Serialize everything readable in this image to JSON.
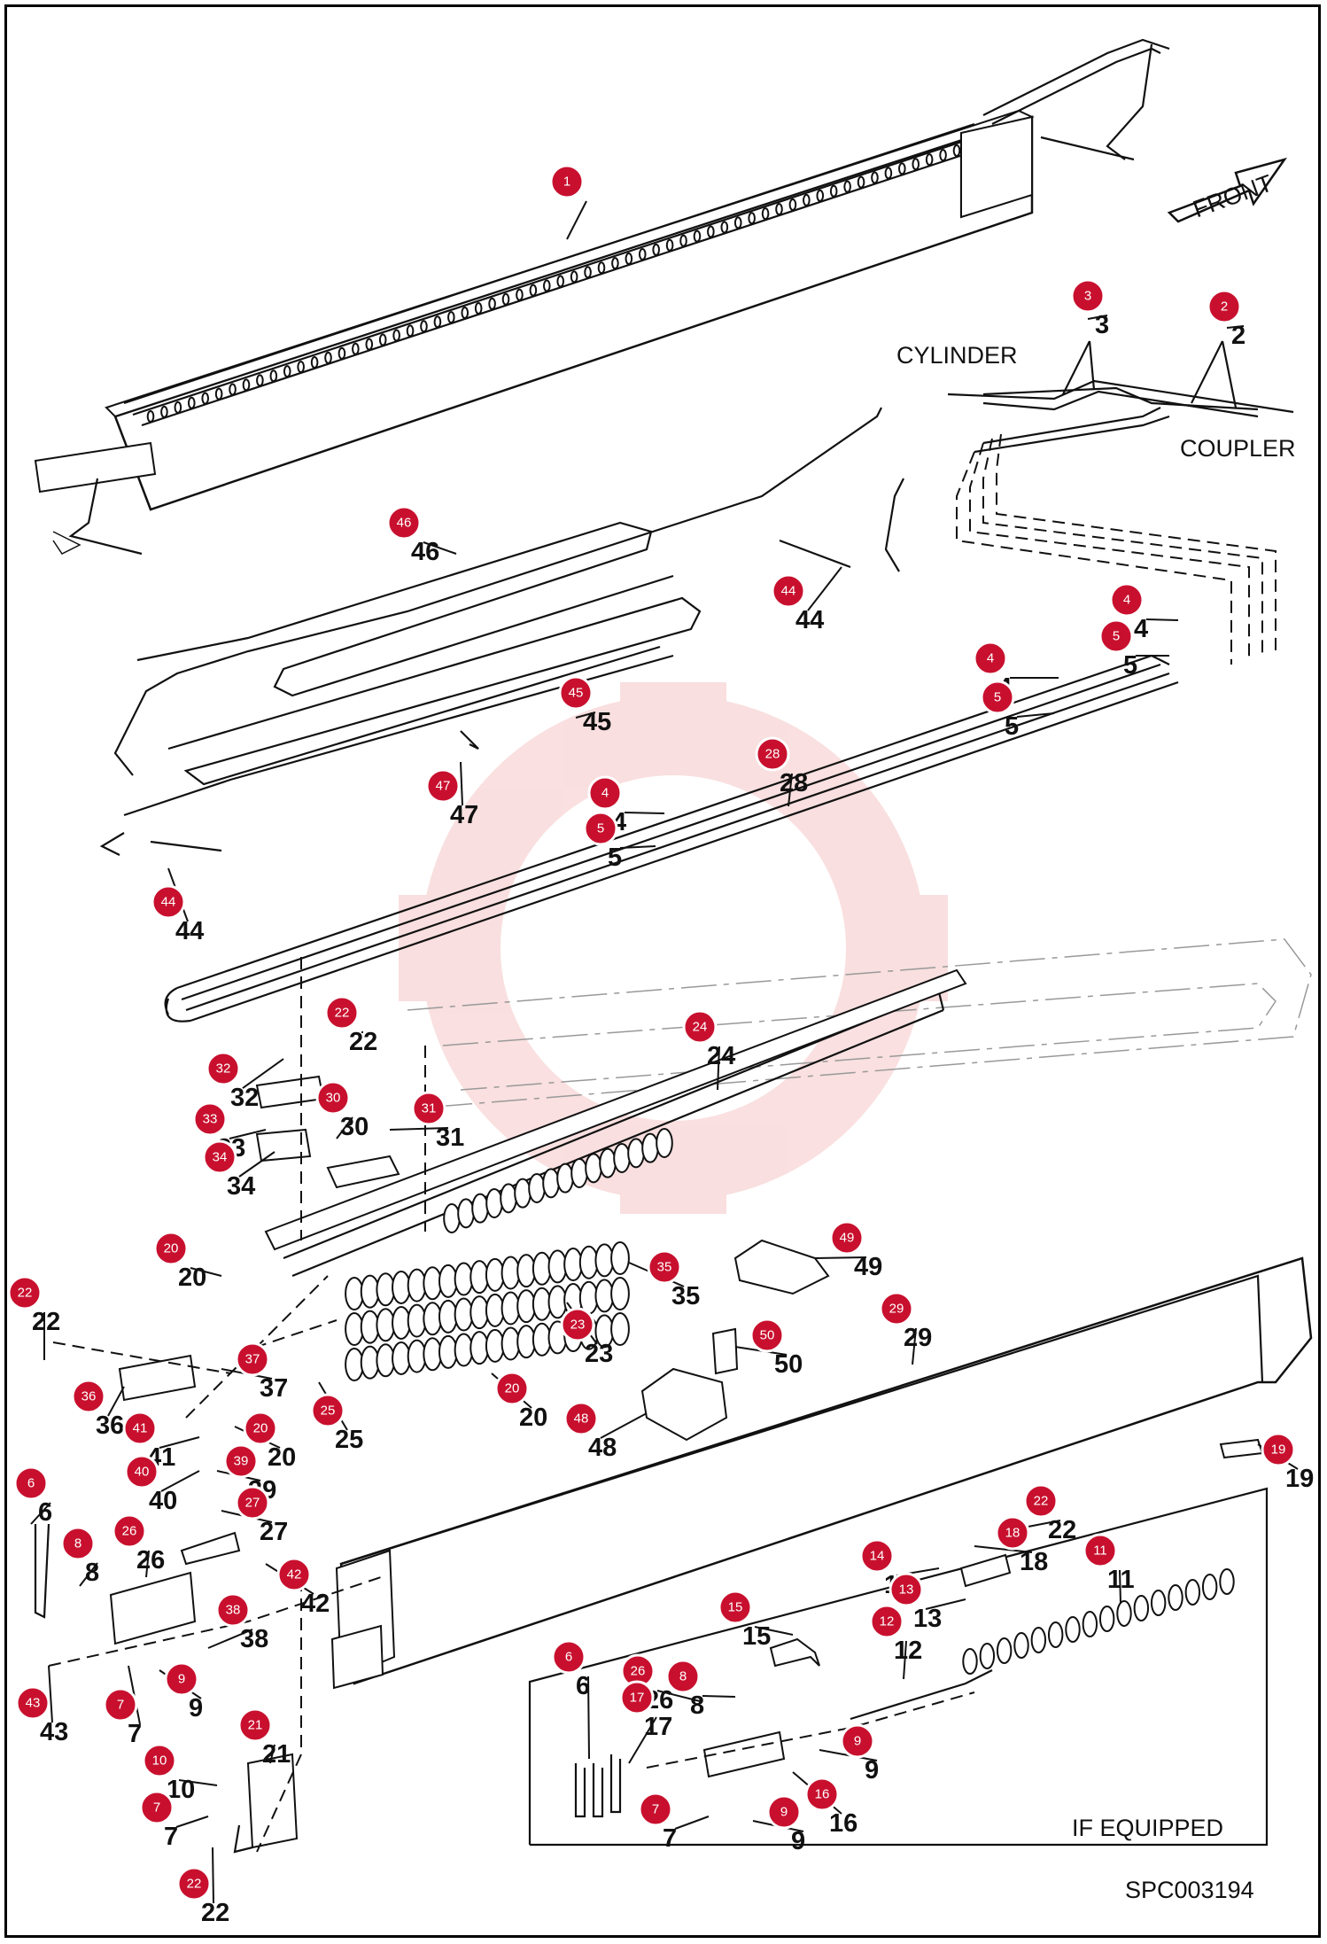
{
  "figure_id": "SPC003194",
  "direction_arrow": {
    "label": "FRONT"
  },
  "callouts": {
    "cylinder": "CYLINDER",
    "coupler": "COUPLER",
    "if_equipped": "IF EQUIPPED"
  },
  "badge_color": "#c8102e",
  "watermark_color": "#f5c6c6",
  "parts": [
    {
      "id": "p1",
      "num": "1"
    },
    {
      "id": "p2",
      "num": "2"
    },
    {
      "id": "p3",
      "num": "3"
    },
    {
      "id": "p4a",
      "num": "4"
    },
    {
      "id": "p5a",
      "num": "5"
    },
    {
      "id": "p4b",
      "num": "4"
    },
    {
      "id": "p5b",
      "num": "5"
    },
    {
      "id": "p4c",
      "num": "4"
    },
    {
      "id": "p5c",
      "num": "5"
    },
    {
      "id": "p46",
      "num": "46"
    },
    {
      "id": "p44a",
      "num": "44"
    },
    {
      "id": "p45",
      "num": "45"
    },
    {
      "id": "p47",
      "num": "47"
    },
    {
      "id": "p28",
      "num": "28"
    },
    {
      "id": "p44b",
      "num": "44"
    },
    {
      "id": "p22a",
      "num": "22"
    },
    {
      "id": "p24",
      "num": "24"
    },
    {
      "id": "p32",
      "num": "32"
    },
    {
      "id": "p30",
      "num": "30"
    },
    {
      "id": "p31",
      "num": "31"
    },
    {
      "id": "p33",
      "num": "33"
    },
    {
      "id": "p34",
      "num": "34"
    },
    {
      "id": "p20a",
      "num": "20"
    },
    {
      "id": "p22b",
      "num": "22"
    },
    {
      "id": "p35",
      "num": "35"
    },
    {
      "id": "p49",
      "num": "49"
    },
    {
      "id": "p29",
      "num": "29"
    },
    {
      "id": "p23",
      "num": "23"
    },
    {
      "id": "p50",
      "num": "50"
    },
    {
      "id": "p37",
      "num": "37"
    },
    {
      "id": "p36",
      "num": "36"
    },
    {
      "id": "p20b",
      "num": "20"
    },
    {
      "id": "p25",
      "num": "25"
    },
    {
      "id": "p41",
      "num": "41"
    },
    {
      "id": "p20c",
      "num": "20"
    },
    {
      "id": "p48",
      "num": "48"
    },
    {
      "id": "p19",
      "num": "19"
    },
    {
      "id": "p40",
      "num": "40"
    },
    {
      "id": "p39",
      "num": "39"
    },
    {
      "id": "p6a",
      "num": "6"
    },
    {
      "id": "p27",
      "num": "27"
    },
    {
      "id": "p8a",
      "num": "8"
    },
    {
      "id": "p26a",
      "num": "26"
    },
    {
      "id": "p42",
      "num": "42"
    },
    {
      "id": "p22c",
      "num": "22"
    },
    {
      "id": "p18",
      "num": "18"
    },
    {
      "id": "p11",
      "num": "11"
    },
    {
      "id": "p14",
      "num": "14"
    },
    {
      "id": "p13",
      "num": "13"
    },
    {
      "id": "p38",
      "num": "38"
    },
    {
      "id": "p15",
      "num": "15"
    },
    {
      "id": "p12",
      "num": "12"
    },
    {
      "id": "p9a",
      "num": "9"
    },
    {
      "id": "p43",
      "num": "43"
    },
    {
      "id": "p7a",
      "num": "7"
    },
    {
      "id": "p6b",
      "num": "6"
    },
    {
      "id": "p8b",
      "num": "8"
    },
    {
      "id": "p26b",
      "num": "26"
    },
    {
      "id": "p17",
      "num": "17"
    },
    {
      "id": "p21",
      "num": "21"
    },
    {
      "id": "p10",
      "num": "10"
    },
    {
      "id": "p9b",
      "num": "9"
    },
    {
      "id": "p7b",
      "num": "7"
    },
    {
      "id": "p16",
      "num": "16"
    },
    {
      "id": "p7c",
      "num": "7"
    },
    {
      "id": "p9c",
      "num": "9"
    },
    {
      "id": "p22d",
      "num": "22"
    }
  ]
}
